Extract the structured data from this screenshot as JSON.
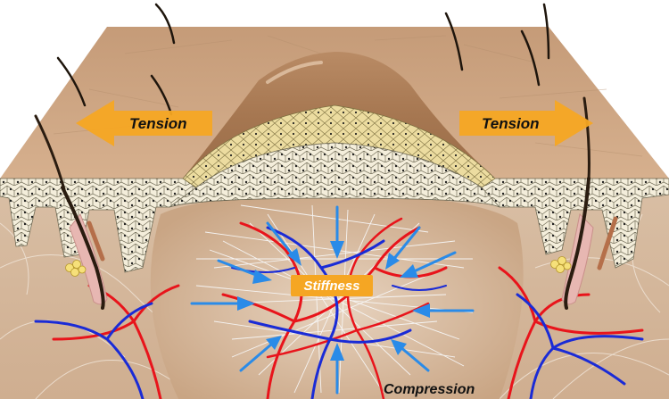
{
  "labels": {
    "tension_left": "Tension",
    "tension_right": "Tension",
    "stiffness": "Stiffness",
    "compression": "Compression"
  },
  "colors": {
    "skin_top": "#c9a07e",
    "skin_side": "#d8bda3",
    "epidermis": "#f3ecd6",
    "scar_ridge": "#a87a55",
    "arrow_orange": "#f5a623",
    "arrow_blue": "#2a8be8",
    "artery": "#e8141b",
    "vein": "#1a2bd6",
    "collagen": "#f2f2f2"
  },
  "icons": [
    "hair-follicle-icon",
    "sebaceous-gland-icon"
  ]
}
